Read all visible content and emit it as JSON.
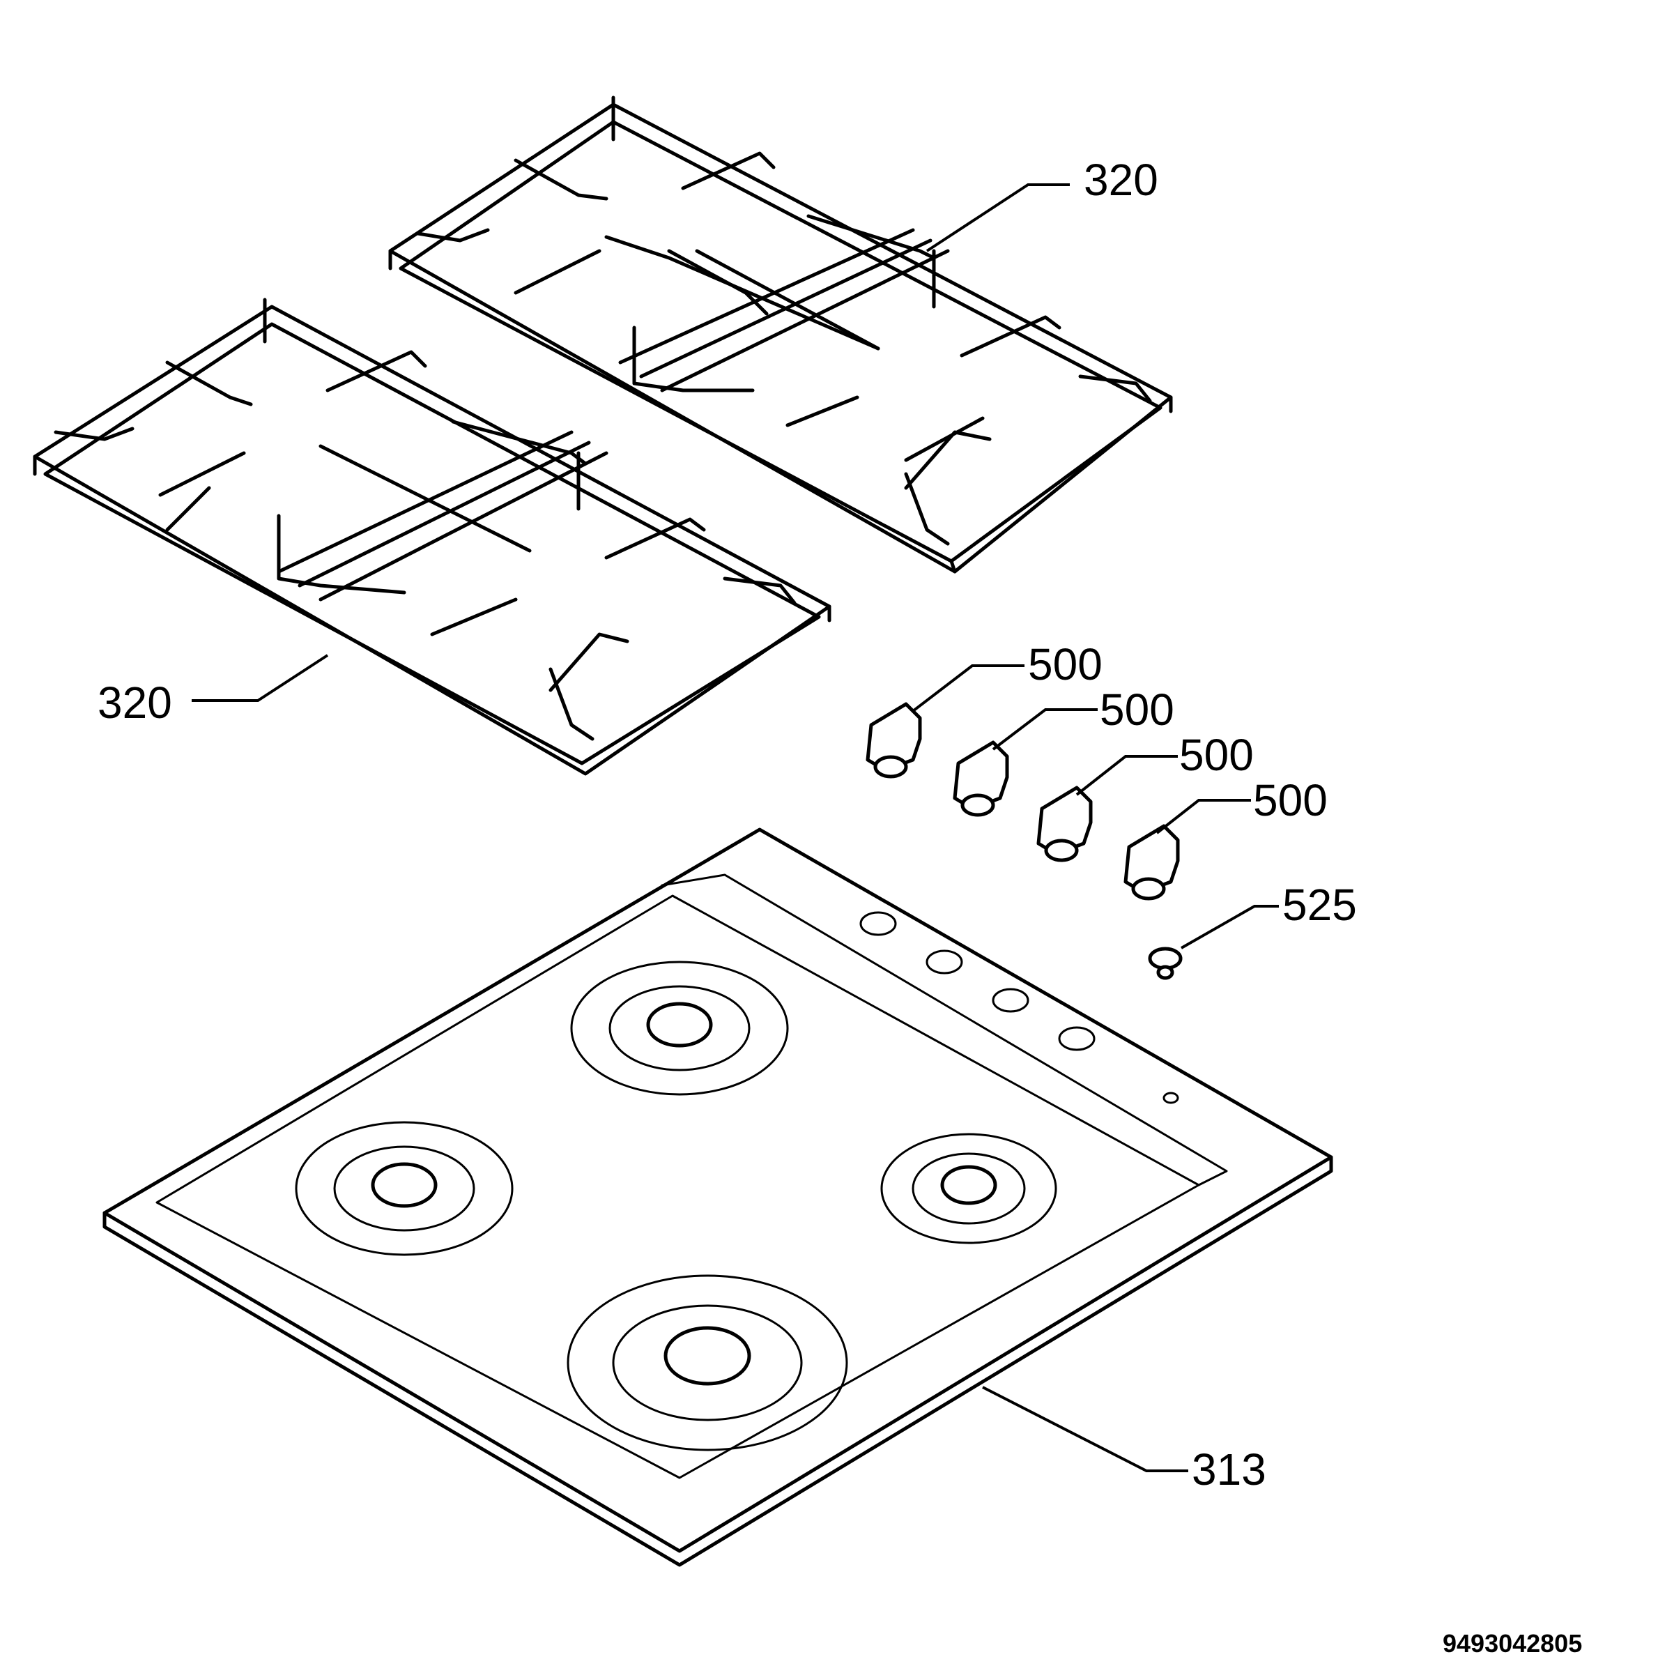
{
  "parts": {
    "grid_right": {
      "number": "320"
    },
    "grid_left": {
      "number": "320"
    },
    "knob_1": {
      "number": "500"
    },
    "knob_2": {
      "number": "500"
    },
    "knob_3": {
      "number": "500"
    },
    "knob_4": {
      "number": "500"
    },
    "button": {
      "number": "525"
    },
    "hob_top": {
      "number": "313"
    }
  },
  "document_number": "9493042805"
}
